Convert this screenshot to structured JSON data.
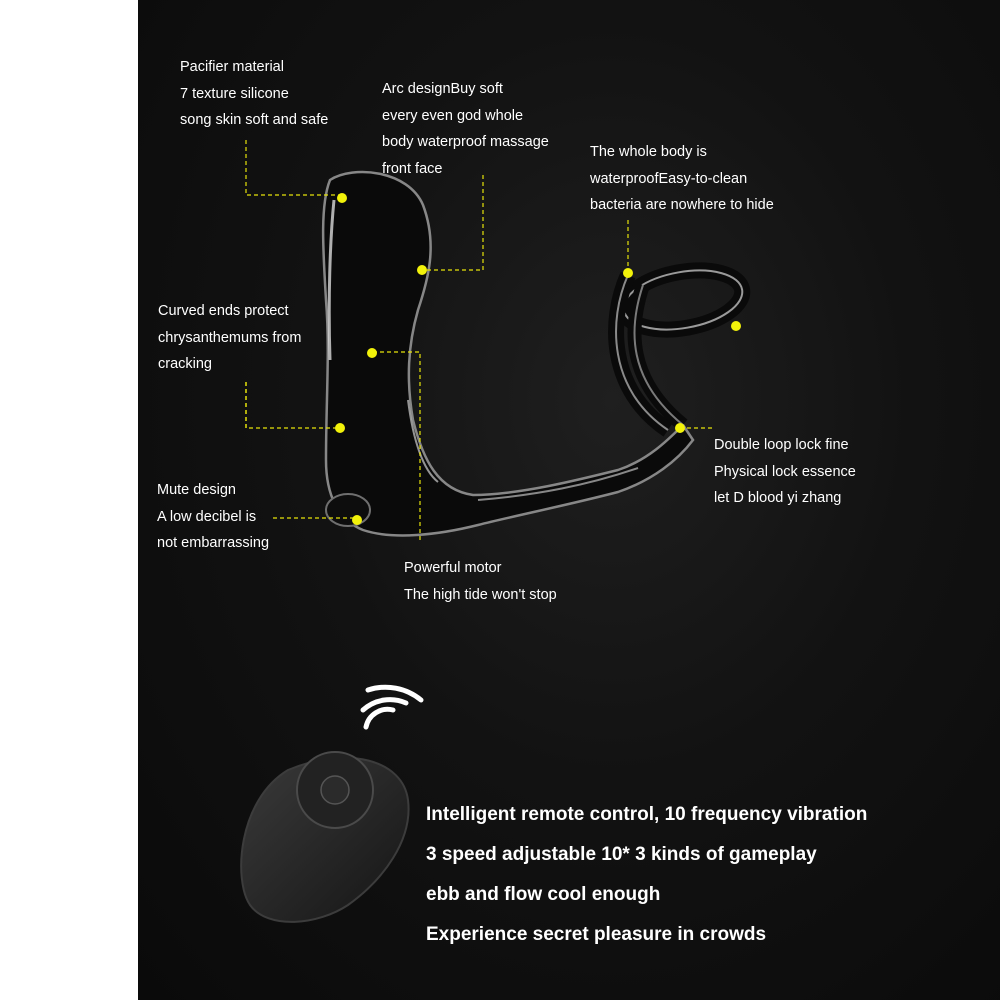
{
  "colors": {
    "background": "#0d0d0d",
    "dot": "#f2f20a",
    "leader": "#e6e30a",
    "text": "#ffffff",
    "page": "#ffffff"
  },
  "callouts": {
    "pacifier": [
      "Pacifier material",
      "7 texture silicone",
      "song skin soft and safe"
    ],
    "arc": [
      "Arc designBuy soft",
      "every even god whole",
      "body waterproof massage",
      "front face"
    ],
    "waterproof": [
      "The whole body is",
      "waterproofEasy-to-clean",
      "bacteria are nowhere to hide"
    ],
    "curved": [
      "Curved ends protect",
      "chrysanthemums from",
      "cracking"
    ],
    "double_loop": [
      "Double loop lock fine",
      "Physical lock essence",
      "let D blood yi zhang"
    ],
    "mute": [
      "Mute design",
      "A low decibel is",
      "not embarrassing"
    ],
    "motor": [
      "Powerful motor",
      "The high tide won't stop"
    ]
  },
  "features": [
    "Intelligent remote control, 10 frequency vibration",
    "3 speed adjustable 10* 3 kinds of gameplay",
    "ebb and flow cool enough",
    "Experience secret pleasure in crowds"
  ],
  "icons": {
    "product": "massager-silhouette-icon",
    "remote": "remote-control-icon",
    "signal": "wireless-signal-icon"
  }
}
